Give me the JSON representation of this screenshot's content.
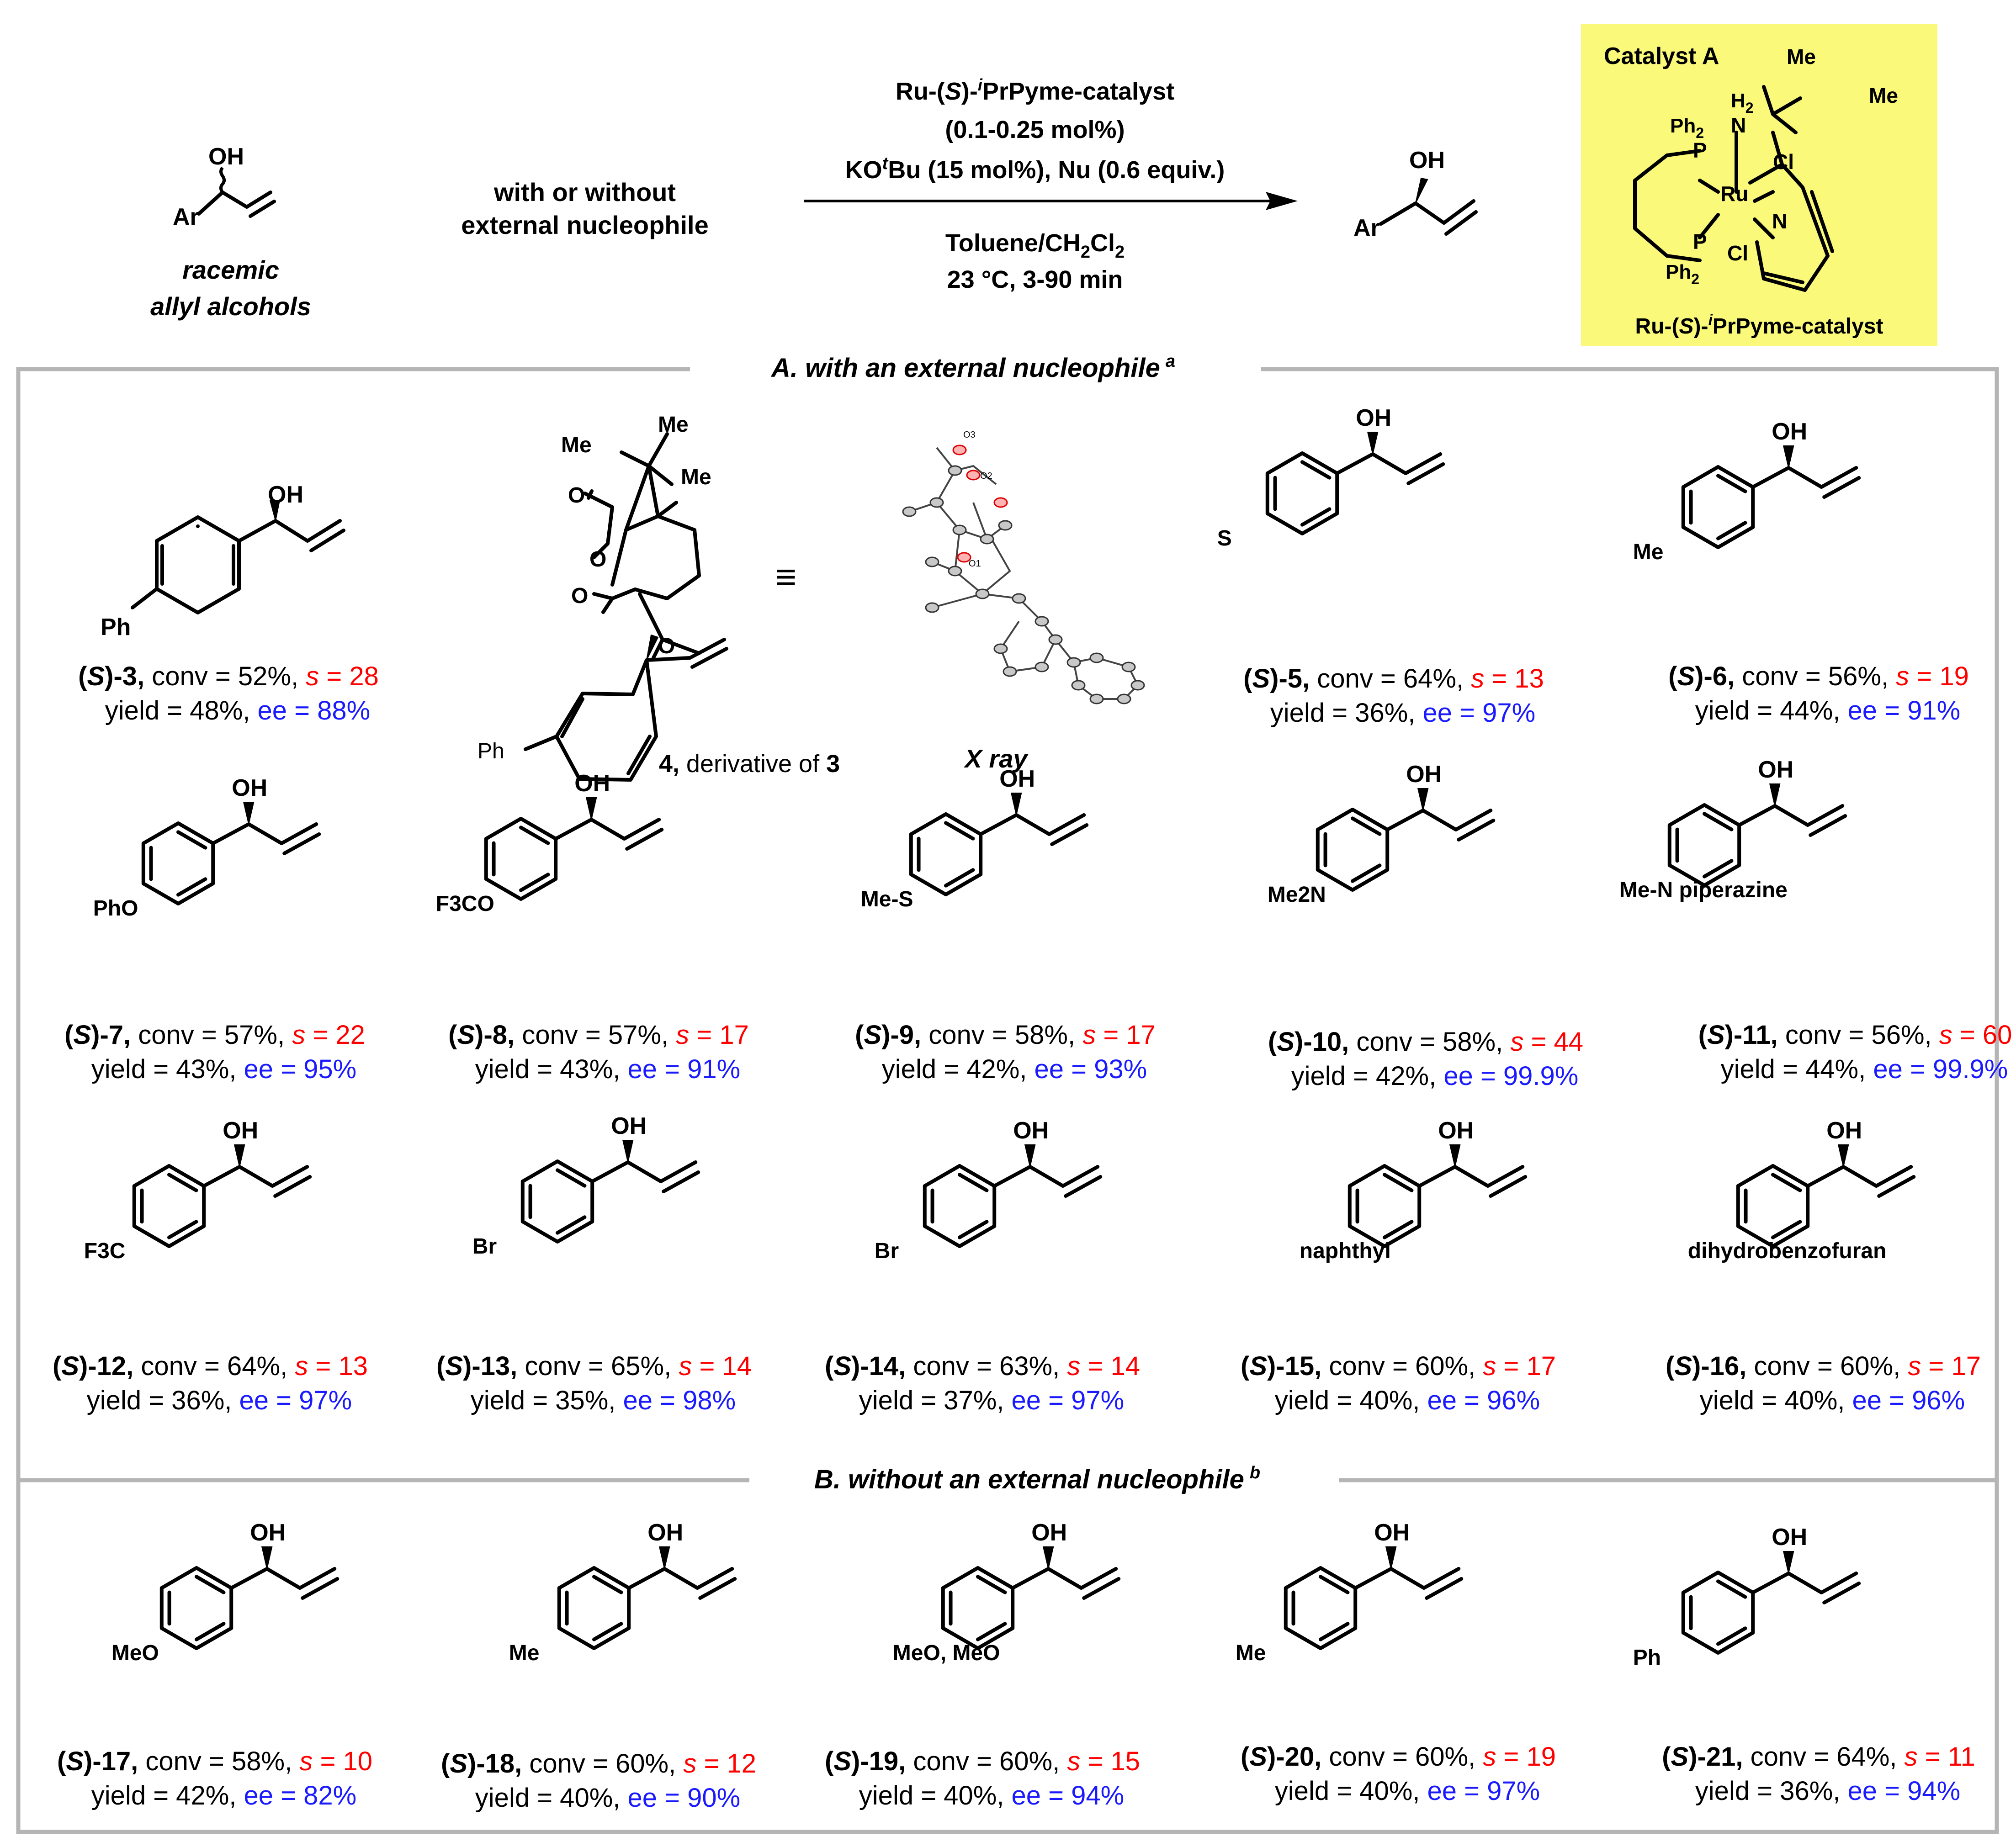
{
  "header": {
    "substrate_group": "Ar",
    "oh_label": "OH",
    "substrate_caption": [
      "racemic",
      "allyl alcohols"
    ],
    "nucleophile_note": [
      "with or without",
      "external nucleophile"
    ],
    "conditions": {
      "catalyst": "Ru-(S)-iPrPyme-catalyst",
      "loading": "(0.1-0.25 mol%)",
      "base": "KOtBu (15 mol%), Nu (0.6 equiv.)",
      "solvent": "Toluene/CH2Cl2",
      "temp_time": "23 °C, 3-90 min"
    },
    "product_group": "Ar"
  },
  "catalyst_box": {
    "title": "Catalyst A",
    "atoms": {
      "me1": "Me",
      "me2": "Me",
      "h2": "H2",
      "n_amine": "N",
      "ph2_top": "Ph2",
      "p_top": "P",
      "ru": "Ru",
      "cl_top": "Cl",
      "n_pyr": "N",
      "p_bottom": "P",
      "cl_bottom": "Cl",
      "ph2_bottom": "Ph2"
    },
    "caption": "Ru-(S)-iPrPyme-catalyst",
    "background": "#fbf97a"
  },
  "section_a": {
    "title": "A. with an external nucleophile",
    "note": "a"
  },
  "section_b": {
    "title": "B. without an external nucleophile",
    "note": "b"
  },
  "derivative": {
    "label": "4, derivative of 3",
    "xray_label": "X ray",
    "atoms": {
      "me_top": "Me",
      "me_mid": "Me",
      "me_left": "Me",
      "o_ring": "O",
      "o_carbonyl1": "O",
      "o_carbonyl2": "O",
      "o_ester": "O",
      "ph": "Ph"
    },
    "xray_atom_labels": [
      "O3",
      "O2",
      "O1"
    ]
  },
  "compounds": [
    {
      "id": "(S)-3",
      "conv": "52%",
      "s": "28",
      "yield": "48%",
      "ee": "88%",
      "substituent": "Ph"
    },
    {
      "id": "(S)-5",
      "conv": "64%",
      "s": "13",
      "yield": "36%",
      "ee": "97%",
      "substituent": "S"
    },
    {
      "id": "(S)-6",
      "conv": "56%",
      "s": "19",
      "yield": "44%",
      "ee": "91%",
      "substituent": "Me"
    },
    {
      "id": "(S)-7",
      "conv": "57%",
      "s": "22",
      "yield": "43%",
      "ee": "95%",
      "substituent": "PhO"
    },
    {
      "id": "(S)-8",
      "conv": "57%",
      "s": "17",
      "yield": "43%",
      "ee": "91%",
      "substituent": "F3CO"
    },
    {
      "id": "(S)-9",
      "conv": "58%",
      "s": "17",
      "yield": "42%",
      "ee": "93%",
      "substituent": "Me-S"
    },
    {
      "id": "(S)-10",
      "conv": "58%",
      "s": "44",
      "yield": "42%",
      "ee": "99.9%",
      "substituent": "Me2N"
    },
    {
      "id": "(S)-11",
      "conv": "56%",
      "s": "60",
      "yield": "44%",
      "ee": "99.9%",
      "substituent": "Me-N piperazine"
    },
    {
      "id": "(S)-12",
      "conv": "64%",
      "s": "13",
      "yield": "36%",
      "ee": "97%",
      "substituent": "F3C"
    },
    {
      "id": "(S)-13",
      "conv": "65%",
      "s": "14",
      "yield": "35%",
      "ee": "98%",
      "substituent": "Br"
    },
    {
      "id": "(S)-14",
      "conv": "63%",
      "s": "14",
      "yield": "37%",
      "ee": "97%",
      "substituent": "Br"
    },
    {
      "id": "(S)-15",
      "conv": "60%",
      "s": "17",
      "yield": "40%",
      "ee": "96%",
      "substituent": "naphthyl"
    },
    {
      "id": "(S)-16",
      "conv": "60%",
      "s": "17",
      "yield": "40%",
      "ee": "96%",
      "substituent": "dihydrobenzofuran"
    },
    {
      "id": "(S)-17",
      "conv": "58%",
      "s": "10",
      "yield": "42%",
      "ee": "82%",
      "substituent": "MeO"
    },
    {
      "id": "(S)-18",
      "conv": "60%",
      "s": "12",
      "yield": "40%",
      "ee": "90%",
      "substituent": "Me"
    },
    {
      "id": "(S)-19",
      "conv": "60%",
      "s": "15",
      "yield": "40%",
      "ee": "94%",
      "substituent": "MeO, MeO"
    },
    {
      "id": "(S)-20",
      "conv": "60%",
      "s": "19",
      "yield": "40%",
      "ee": "97%",
      "substituent": "Me"
    },
    {
      "id": "(S)-21",
      "conv": "64%",
      "s": "11",
      "yield": "36%",
      "ee": "94%",
      "substituent": "Ph"
    }
  ],
  "labels": {
    "conv_prefix": "conv = ",
    "s_prefix": "s = ",
    "yield_prefix": "yield = ",
    "ee_prefix": "ee = "
  },
  "colors": {
    "s_value": "#ff0000",
    "ee_value": "#1a1aff",
    "section_title": "#7a1f7a",
    "frame": "#b5b5b5"
  }
}
